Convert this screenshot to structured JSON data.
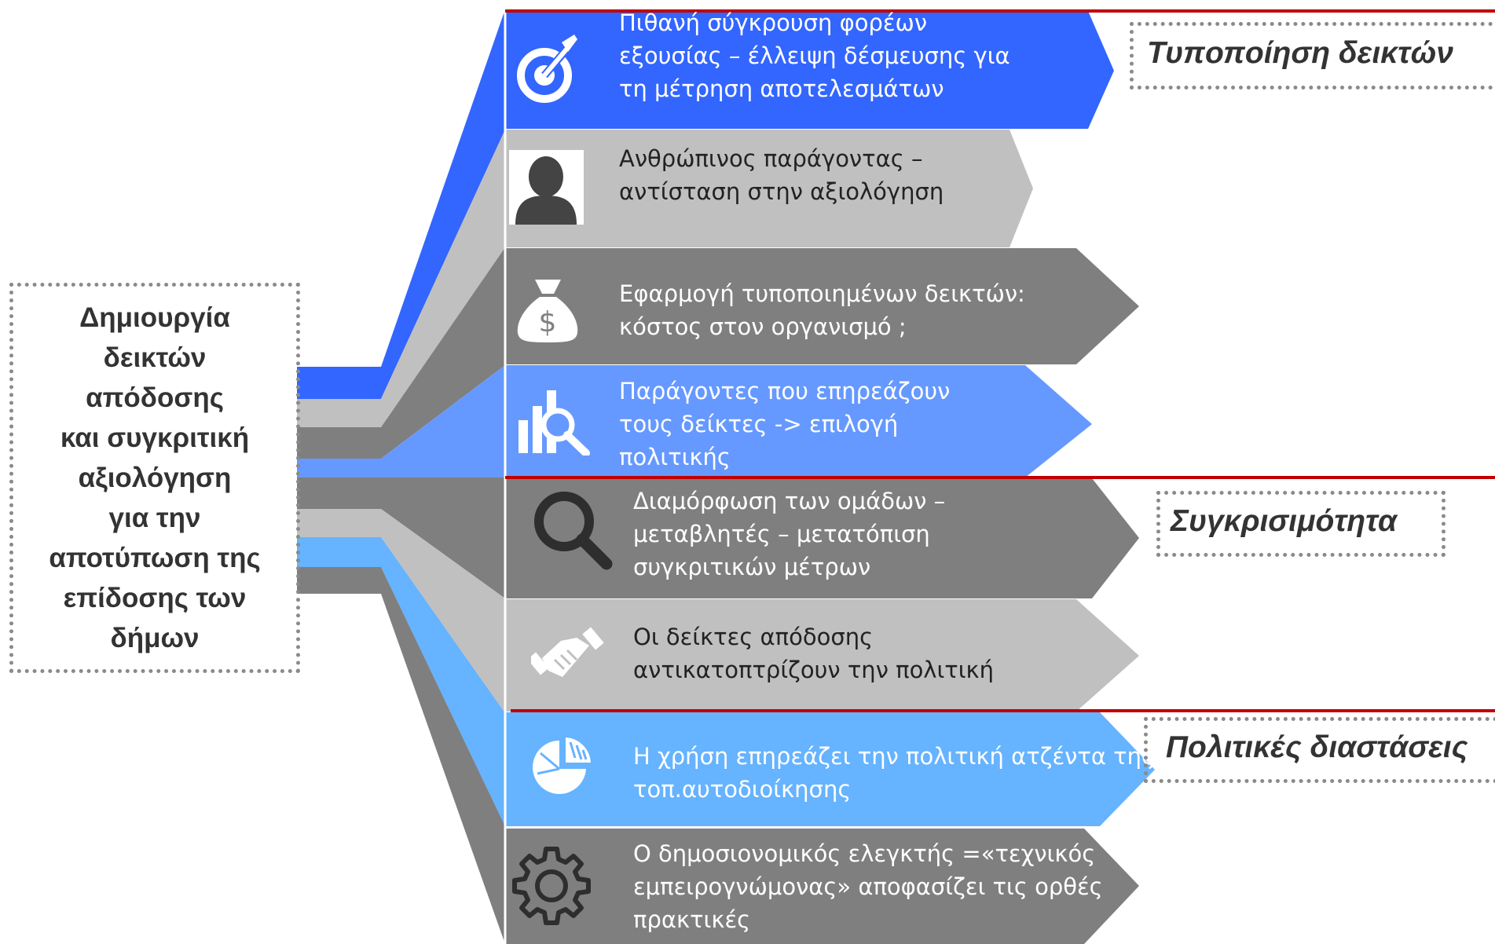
{
  "left_box": {
    "lines": [
      "Δημιουργία",
      "δεικτών",
      "απόδοσης",
      "και συγκριτική",
      "αξιολόγηση",
      "για την",
      "αποτύπωση της",
      "επίδοσης των",
      "δήμων"
    ]
  },
  "categories": [
    {
      "label": "Τυποποίηση δεικτών"
    },
    {
      "label": "Συγκρισιμότητα"
    },
    {
      "label": "Πολιτικές διαστάσεις"
    }
  ],
  "bands": [
    {
      "icon": "target-icon",
      "color": "#3366ff",
      "text_color": "#ffffff",
      "lines": [
        "Πιθανή σύγκρουση φορέων",
        "εξουσίας – έλλειψη δέσμευσης για",
        "τη μέτρηση αποτελεσμάτων"
      ]
    },
    {
      "icon": "person-icon",
      "color": "#c0c0c0",
      "text_color": "#222222",
      "lines": [
        "Ανθρώπινος παράγοντας –",
        "αντίσταση στην αξιολόγηση"
      ]
    },
    {
      "icon": "money-bag-icon",
      "color": "#7f7f7f",
      "text_color": "#ffffff",
      "lines": [
        "Εφαρμογή τυποποιημένων δεικτών:",
        "κόστος στον οργανισμό ;"
      ]
    },
    {
      "icon": "chart-magnifier-icon",
      "color": "#6699ff",
      "text_color": "#ffffff",
      "lines": [
        "Παράγοντες που επηρεάζουν",
        "τους δείκτες -> επιλογή",
        "πολιτικής"
      ]
    },
    {
      "icon": "magnifier-icon",
      "color": "#7f7f7f",
      "text_color": "#ffffff",
      "lines": [
        "Διαμόρφωση των ομάδων –",
        "μεταβλητές – μετατόπιση",
        "συγκριτικών μέτρων"
      ]
    },
    {
      "icon": "handshake-icon",
      "color": "#c0c0c0",
      "text_color": "#222222",
      "lines": [
        "Οι δείκτες απόδοσης",
        "αντικατοπτρίζουν την πολιτική"
      ]
    },
    {
      "icon": "pie-chart-icon",
      "color": "#66b3ff",
      "text_color": "#ffffff",
      "lines": [
        "Η χρήση επηρεάζει την πολιτική ατζέντα της",
        "τοπ.αυτοδιοίκησης"
      ]
    },
    {
      "icon": "gear-icon",
      "color": "#7f7f7f",
      "text_color": "#ffffff",
      "lines": [
        "Ο δημοσιονομικός ελεγκτής =«τεχνικός",
        "εμπειρογνώμονας» αποφασίζει τις ορθές",
        "πρακτικές"
      ]
    }
  ],
  "colors": {
    "separator": "#c00000",
    "label_text": "#333333",
    "dots": "#8a8a8a"
  }
}
